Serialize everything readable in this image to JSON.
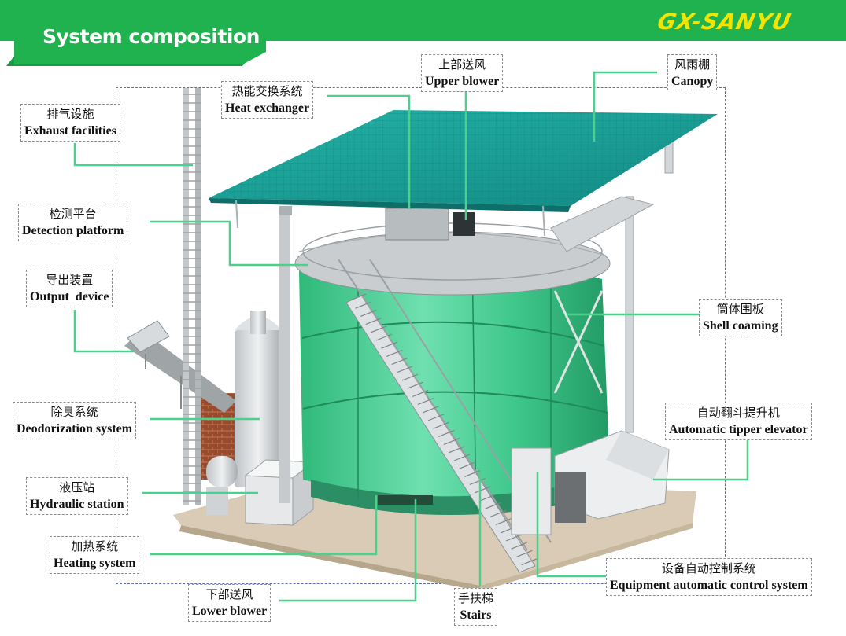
{
  "header": {
    "title": "System composition",
    "brand": "GX-SANYU"
  },
  "colors": {
    "accent_green": "#20b24e",
    "leader_line": "#4cd08c",
    "brand_yellow": "#f3e400",
    "tank_green": "#3ec78a",
    "roof_teal": "#1aa39a"
  },
  "labels": {
    "exhaust": {
      "cn": "排气设施",
      "en": "Exhaust facilities"
    },
    "heat_exchanger": {
      "cn": "热能交换系统",
      "en": "Heat exchanger"
    },
    "upper_blower": {
      "cn": "上部送风",
      "en": "Upper blower"
    },
    "canopy": {
      "cn": "风雨棚",
      "en": "Canopy"
    },
    "detection": {
      "cn": "检测平台",
      "en": "Detection platform"
    },
    "output": {
      "cn": "导出装置",
      "en": "Output  device"
    },
    "shell": {
      "cn": "筒体围板",
      "en": "Shell coaming"
    },
    "deodorization": {
      "cn": "除臭系统",
      "en": "Deodorization system"
    },
    "tipper": {
      "cn": "自动翻斗提升机",
      "en": "Automatic tipper elevator"
    },
    "hydraulic": {
      "cn": "液压站",
      "en": "Hydraulic station"
    },
    "heating": {
      "cn": "加热系统",
      "en": "Heating system"
    },
    "control": {
      "cn": "设备自动控制系统",
      "en": "Equipment automatic control system"
    },
    "lower_blower": {
      "cn": "下部送风",
      "en": "Lower blower"
    },
    "stairs": {
      "cn": "手扶梯",
      "en": "Stairs"
    }
  }
}
